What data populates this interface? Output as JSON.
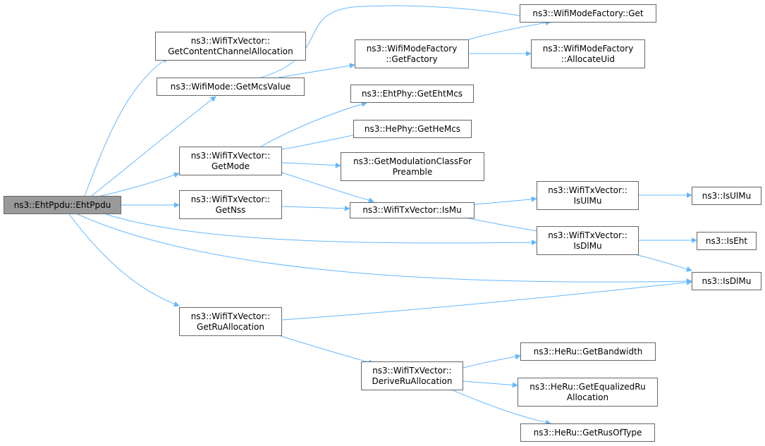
{
  "colors": {
    "edge": "#63b8ff",
    "node_border": "#666666",
    "root_fill": "#999999"
  },
  "nodes": {
    "root": {
      "l1": "ns3::EhtPpdu::EhtPpdu",
      "l2": ""
    },
    "get_content_channel_alloc": {
      "l1": "ns3::WifiTxVector::",
      "l2": "GetContentChannelAllocation"
    },
    "get_mcs_value": {
      "l1": "ns3::WifiMode::GetMcsValue",
      "l2": ""
    },
    "get_mode": {
      "l1": "ns3::WifiTxVector::",
      "l2": "GetMode"
    },
    "get_nss": {
      "l1": "ns3::WifiTxVector::",
      "l2": "GetNss"
    },
    "get_ru_allocation": {
      "l1": "ns3::WifiTxVector::",
      "l2": "GetRuAllocation"
    },
    "wmf_get": {
      "l1": "ns3::WifiModeFactory::Get",
      "l2": ""
    },
    "wmf_get_factory": {
      "l1": "ns3::WifiModeFactory",
      "l2": "::GetFactory"
    },
    "wmf_allocate_uid": {
      "l1": "ns3::WifiModeFactory",
      "l2": "::AllocateUid"
    },
    "get_eht_mcs": {
      "l1": "ns3::EhtPhy::GetEhtMcs",
      "l2": ""
    },
    "get_he_mcs": {
      "l1": "ns3::HePhy::GetHeMcs",
      "l2": ""
    },
    "get_mod_class": {
      "l1": "ns3::GetModulationClassFor",
      "l2": "Preamble"
    },
    "is_mu": {
      "l1": "ns3::WifiTxVector::IsMu",
      "l2": ""
    },
    "tx_is_ul_mu": {
      "l1": "ns3::WifiTxVector::",
      "l2": "IsUlMu"
    },
    "tx_is_dl_mu": {
      "l1": "ns3::WifiTxVector::",
      "l2": "IsDlMu"
    },
    "is_ul_mu": {
      "l1": "ns3::IsUlMu",
      "l2": ""
    },
    "is_eht": {
      "l1": "ns3::IsEht",
      "l2": ""
    },
    "is_dl_mu": {
      "l1": "ns3::IsDlMu",
      "l2": ""
    },
    "derive_ru_alloc": {
      "l1": "ns3::WifiTxVector::",
      "l2": "DeriveRuAllocation"
    },
    "heru_get_bandwidth": {
      "l1": "ns3::HeRu::GetBandwidth",
      "l2": ""
    },
    "heru_get_equalized": {
      "l1": "ns3::HeRu::GetEqualizedRu",
      "l2": "Allocation"
    },
    "heru_get_rus_of_type": {
      "l1": "ns3::HeRu::GetRusOfType",
      "l2": ""
    }
  }
}
